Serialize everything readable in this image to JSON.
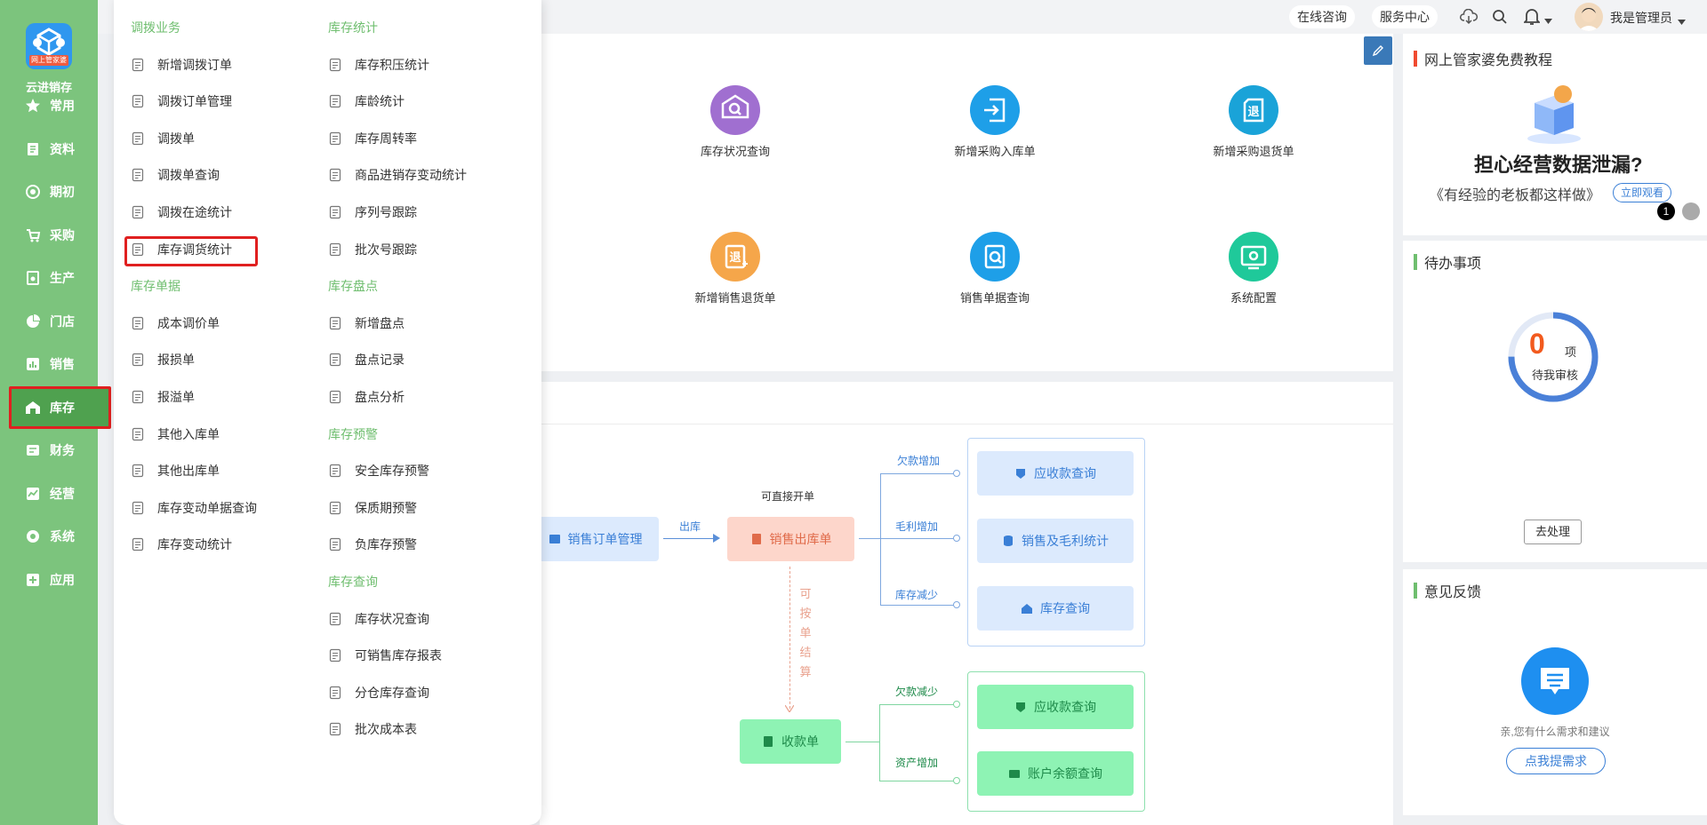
{
  "app": {
    "logo_tag": "网上管家婆",
    "name": "云进销存"
  },
  "nav": [
    {
      "label": "常用",
      "icon": "star-icon"
    },
    {
      "label": "资料",
      "icon": "document-icon"
    },
    {
      "label": "期初",
      "icon": "target-icon"
    },
    {
      "label": "采购",
      "icon": "cart-icon"
    },
    {
      "label": "生产",
      "icon": "production-icon"
    },
    {
      "label": "门店",
      "icon": "pie-chart-icon"
    },
    {
      "label": "销售",
      "icon": "bar-chart-icon"
    },
    {
      "label": "库存",
      "icon": "warehouse-icon",
      "active": true
    },
    {
      "label": "财务",
      "icon": "wallet-icon"
    },
    {
      "label": "经营",
      "icon": "trend-chart-icon"
    },
    {
      "label": "系统",
      "icon": "gear-icon"
    },
    {
      "label": "应用",
      "icon": "plus-square-icon"
    }
  ],
  "topbar": {
    "consult": "在线咨询",
    "service": "服务中心",
    "user": "我是管理员"
  },
  "menu": {
    "col1": [
      {
        "type": "section",
        "label": "调拨业务"
      },
      {
        "type": "item",
        "label": "新增调拨订单"
      },
      {
        "type": "item",
        "label": "调拨订单管理"
      },
      {
        "type": "item",
        "label": "调拨单"
      },
      {
        "type": "item",
        "label": "调拨单查询"
      },
      {
        "type": "item",
        "label": "调拨在途统计"
      },
      {
        "type": "item",
        "label": "库存调货统计",
        "highlight": true
      },
      {
        "type": "section",
        "label": "库存单据"
      },
      {
        "type": "item",
        "label": "成本调价单"
      },
      {
        "type": "item",
        "label": "报损单"
      },
      {
        "type": "item",
        "label": "报溢单"
      },
      {
        "type": "item",
        "label": "其他入库单"
      },
      {
        "type": "item",
        "label": "其他出库单"
      },
      {
        "type": "item",
        "label": "库存变动单据查询"
      },
      {
        "type": "item",
        "label": "库存变动统计"
      }
    ],
    "col2": [
      {
        "type": "section",
        "label": "库存统计"
      },
      {
        "type": "item",
        "label": "库存积压统计"
      },
      {
        "type": "item",
        "label": "库龄统计"
      },
      {
        "type": "item",
        "label": "库存周转率"
      },
      {
        "type": "item",
        "label": "商品进销存变动统计"
      },
      {
        "type": "item",
        "label": "序列号跟踪"
      },
      {
        "type": "item",
        "label": "批次号跟踪"
      },
      {
        "type": "section",
        "label": "库存盘点"
      },
      {
        "type": "item",
        "label": "新增盘点"
      },
      {
        "type": "item",
        "label": "盘点记录"
      },
      {
        "type": "item",
        "label": "盘点分析"
      },
      {
        "type": "section",
        "label": "库存预警"
      },
      {
        "type": "item",
        "label": "安全库存预警"
      },
      {
        "type": "item",
        "label": "保质期预警"
      },
      {
        "type": "item",
        "label": "负库存预警"
      },
      {
        "type": "section",
        "label": "库存查询"
      },
      {
        "type": "item",
        "label": "库存状况查询"
      },
      {
        "type": "item",
        "label": "可销售库存报表"
      },
      {
        "type": "item",
        "label": "分仓库存查询"
      },
      {
        "type": "item",
        "label": "批次成本表"
      }
    ]
  },
  "quick": [
    {
      "label": "库存状况查询",
      "color": "#a06fd0",
      "icon": "stock-search-icon"
    },
    {
      "label": "新增采购入库单",
      "color": "#1e9fe8",
      "icon": "purchase-in-icon"
    },
    {
      "label": "新增采购退货单",
      "color": "#1aa3d8",
      "icon": "purchase-return-icon"
    },
    {
      "label": "新增销售退货单",
      "color": "#f5a64a",
      "icon": "sales-return-icon"
    },
    {
      "label": "销售单据查询",
      "color": "#1e9fe8",
      "icon": "sales-search-icon"
    },
    {
      "label": "系统配置",
      "color": "#1fc99a",
      "icon": "settings-icon"
    }
  ],
  "flow": {
    "order": "销售订单管理",
    "out_label": "出库",
    "direct": "可直接开单",
    "sale_out": "销售出库单",
    "settle": [
      "可",
      "按",
      "单",
      "结",
      "算"
    ],
    "receipt": "收款单",
    "upper_labels": [
      "欠款增加",
      "毛利增加",
      "库存减少"
    ],
    "upper_boxes": [
      "应收款查询",
      "销售及毛利统计",
      "库存查询"
    ],
    "lower_labels": [
      "欠款减少",
      "资产增加"
    ],
    "lower_boxes": [
      "应收款查询",
      "账户余额查询"
    ]
  },
  "right": {
    "tutorial_title": "网上管家婆免费教程",
    "banner_headline": "担心经营数据泄漏?",
    "banner_sub": "《有经验的老板都这样做》",
    "banner_btn": "立即观看",
    "page_indicator": "1",
    "todo_title": "待办事项",
    "todo_count": "0",
    "todo_unit": "项",
    "todo_desc": "待我审核",
    "todo_progress": 0.75,
    "todo_btn": "去处理",
    "feedback_title": "意见反馈",
    "feedback_text": "亲,您有什么需求和建议",
    "feedback_btn": "点我提需求"
  },
  "colors": {
    "sidebar": "#7cc47d",
    "accent_green": "#6fbe6f",
    "blue_box": "#dceafd",
    "green_box": "#8ef3b4",
    "sale_out_box": "#fdd6cb"
  }
}
